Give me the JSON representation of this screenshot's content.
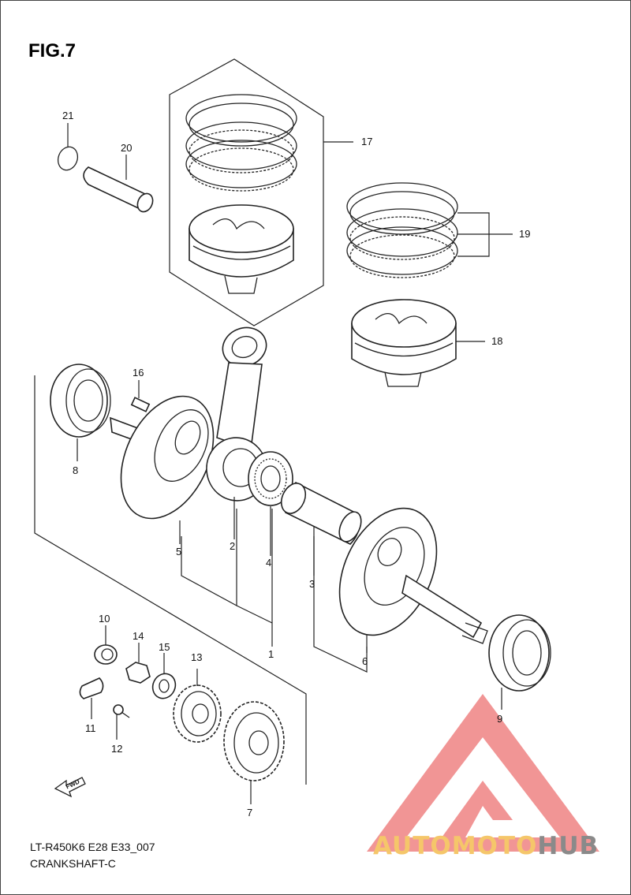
{
  "figure": {
    "title": "FIG.7"
  },
  "callouts": {
    "c1": "1",
    "c2": "2",
    "c3": "3",
    "c4": "4",
    "c5": "5",
    "c6": "6",
    "c7": "7",
    "c8": "8",
    "c9": "9",
    "c10": "10",
    "c11": "11",
    "c12": "12",
    "c13": "13",
    "c14": "14",
    "c15": "15",
    "c16": "16",
    "c17": "17",
    "c18": "18",
    "c19": "19",
    "c20": "20",
    "c21": "21"
  },
  "fwd_label": "FWD",
  "footer": {
    "model_code": "LT-R450K6 E28 E33_007",
    "section_name": "CRANKSHAFT-C"
  },
  "watermark": {
    "part1": "AUTOMOTO",
    "part2": "HUB",
    "colors": {
      "logo": "#f08a8a",
      "auto": "#f5c66a",
      "hub": "#8a8a8a"
    }
  }
}
